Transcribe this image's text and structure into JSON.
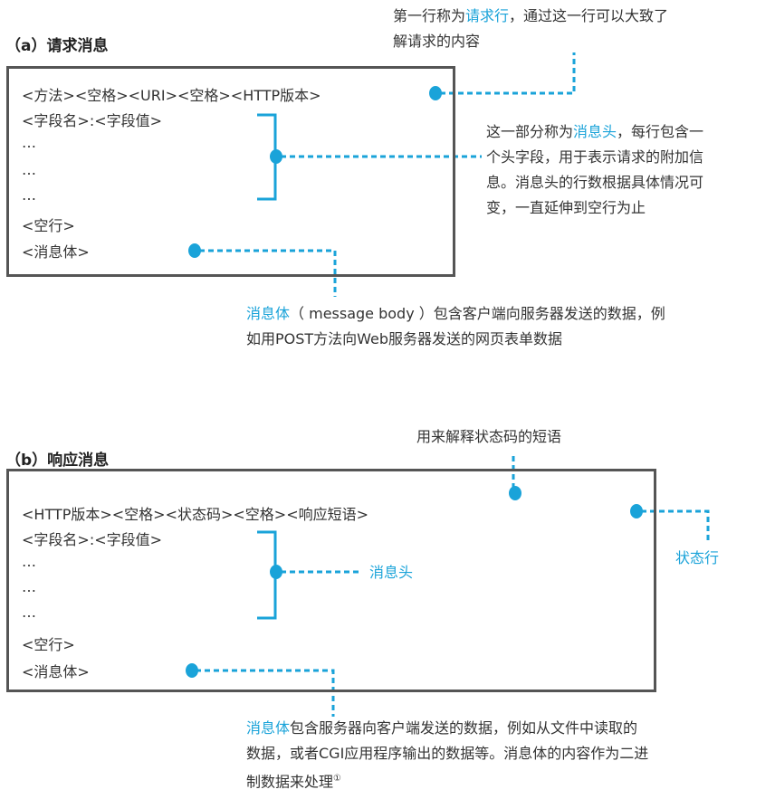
{
  "accent_color": "#1aa3d9",
  "request": {
    "title": "（a）请求消息",
    "lines": [
      "<方法><空格><URI><空格><HTTP版本>",
      "<字段名>:<字段值>",
      "…",
      "…",
      "…",
      "<空行>",
      "<消息体>"
    ],
    "note_request_line": {
      "pre": "第一行称为",
      "hl": "请求行",
      "post": "，通过这一行可以大致了",
      "line2": "解请求的内容"
    },
    "note_header": {
      "pre": "这一部分称为",
      "hl": "消息头",
      "post": "，每行包含一",
      "line2": "个头字段，用于表示请求的附加信",
      "line3": "息。消息头的行数根据具体情况可",
      "line4": "变，一直延伸到空行为止"
    },
    "note_body": {
      "hl": "消息体",
      "post": "（ message body ）包含客户端向服务器发送的数据，例",
      "line2": "如用POST方法向Web服务器发送的网页表单数据"
    }
  },
  "response": {
    "title": "（b）响应消息",
    "lines": [
      "<HTTP版本><空格><状态码><空格><响应短语>",
      "<字段名>:<字段值>",
      "…",
      "…",
      "…",
      "<空行>",
      "<消息体>"
    ],
    "note_phrase": "用来解释状态码的短语",
    "note_status_line": "状态行",
    "note_header": "消息头",
    "note_body": {
      "hl": "消息体",
      "post": "包含服务器向客户端发送的数据，例如从文件中读取的",
      "line2": "数据，或者CGI应用程序输出的数据等。消息体的内容作为二进",
      "line3": "制数据来处理",
      "footnote": "①"
    }
  }
}
